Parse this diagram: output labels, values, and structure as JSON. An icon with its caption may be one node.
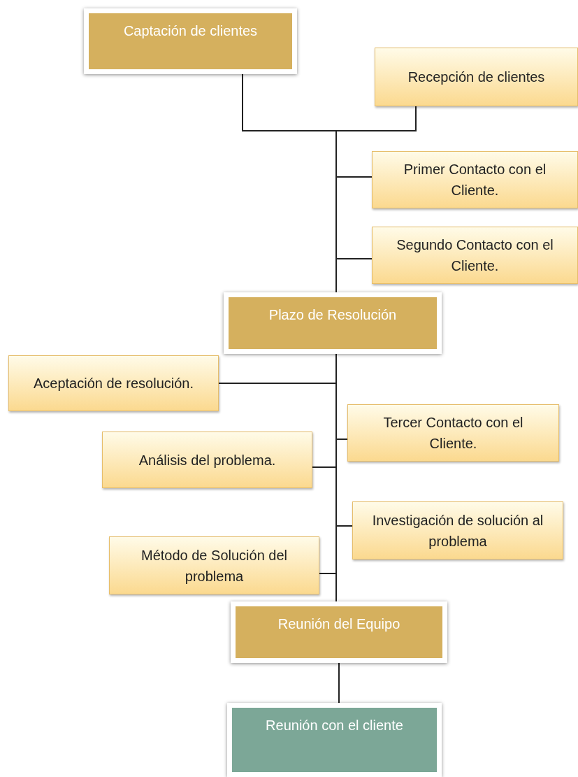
{
  "diagram": {
    "nodes": [
      {
        "text": [
          "Captación de clientes"
        ]
      },
      {
        "text": [
          "Recepción de clientes"
        ]
      },
      {
        "text": [
          "Primer Contacto con el Cliente."
        ]
      },
      {
        "text": [
          "Segundo Contacto con el Cliente."
        ]
      },
      {
        "text": [
          "Plazo de Resolución"
        ]
      },
      {
        "text": [
          "Aceptación de resolución."
        ]
      },
      {
        "text": [
          "Tercer Contacto con el Cliente."
        ]
      },
      {
        "text": [
          "Análisis del problema."
        ]
      },
      {
        "text": [
          "Investigación de solución al problema"
        ]
      },
      {
        "text": [
          "Método de Solución del problema"
        ]
      },
      {
        "text": [
          "Reunión del Equipo"
        ]
      },
      {
        "text": [
          "Reunión con el cliente"
        ]
      }
    ],
    "edges": [
      {
        "from": 0,
        "to": 4,
        "arrow": "none"
      },
      {
        "from": 1,
        "to": 4,
        "arrow": "none"
      },
      {
        "from": 4,
        "to": 2,
        "arrow": "none"
      },
      {
        "from": 4,
        "to": 3,
        "arrow": "none"
      },
      {
        "from": 4,
        "to": 5,
        "arrow": "none"
      },
      {
        "from": 4,
        "to": 6,
        "arrow": "none"
      },
      {
        "from": 4,
        "to": 7,
        "arrow": "none"
      },
      {
        "from": 4,
        "to": 8,
        "arrow": "none"
      },
      {
        "from": 4,
        "to": 9,
        "arrow": "none"
      },
      {
        "from": 4,
        "to": 10,
        "arrow": "none"
      },
      {
        "from": 10,
        "to": 11,
        "arrow": "none"
      }
    ]
  }
}
